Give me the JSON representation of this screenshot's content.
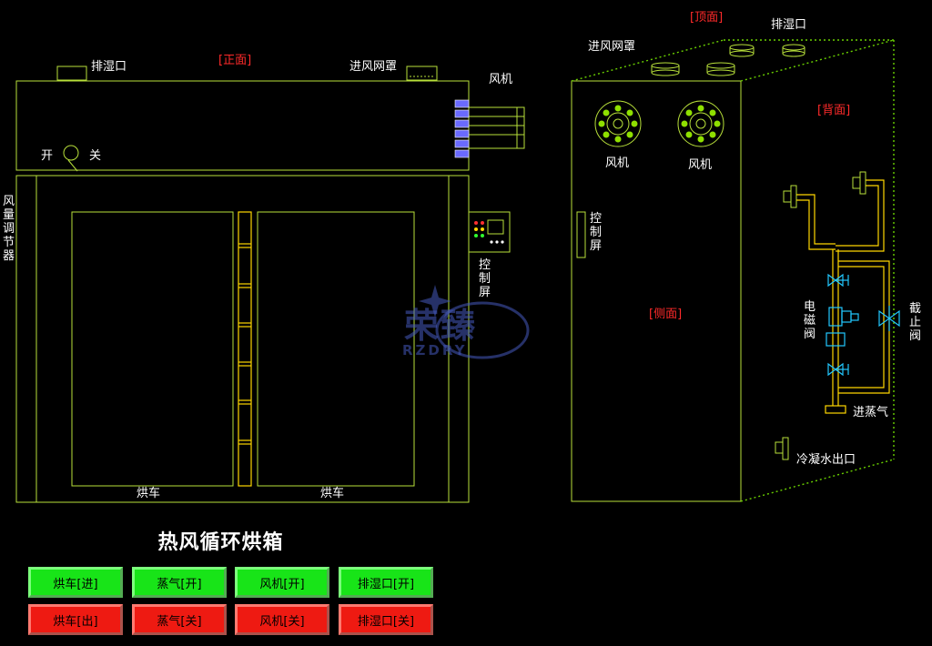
{
  "front": {
    "view_label": "[正面]",
    "humidity_vent": "排湿口",
    "air_intake_cover": "进风网罩",
    "fan": "风机",
    "switch_on": "开",
    "switch_off": "关",
    "damper_regulator": "风量调节器",
    "control_screen": "控制屏",
    "cart_left": "烘车",
    "cart_right": "烘车"
  },
  "side": {
    "top_label": "[顶面]",
    "humidity_vent": "排湿口",
    "air_intake_cover": "进风网罩",
    "fan_1": "风机",
    "fan_2": "风机",
    "back_label": "[背面]",
    "side_label": "[侧面]",
    "control_screen": "控制屏",
    "solenoid_valve": "电磁阀",
    "stop_valve": "截止阀",
    "steam_inlet": "进蒸气",
    "condensate_outlet": "冷凝水出口"
  },
  "watermark": {
    "brand": "荣臻",
    "brand_latin": "RZDRY"
  },
  "title": "热风循环烘箱",
  "buttons": {
    "cart_in": "烘车[进]",
    "steam_on": "蒸气[开]",
    "fan_on": "风机[开]",
    "vent_on": "排湿口[开]",
    "cart_out": "烘车[出]",
    "steam_off": "蒸气[关]",
    "fan_off": "风机[关]",
    "vent_off": "排湿口[关]"
  },
  "colors": {
    "outline": "#b8e03a",
    "cart_rail": "#ffd700",
    "pipe": "#ffd700",
    "valve": "#22c8ff",
    "button_on": "#18e418",
    "button_off": "#ee1a12",
    "view_label": "#ff2a2a"
  }
}
